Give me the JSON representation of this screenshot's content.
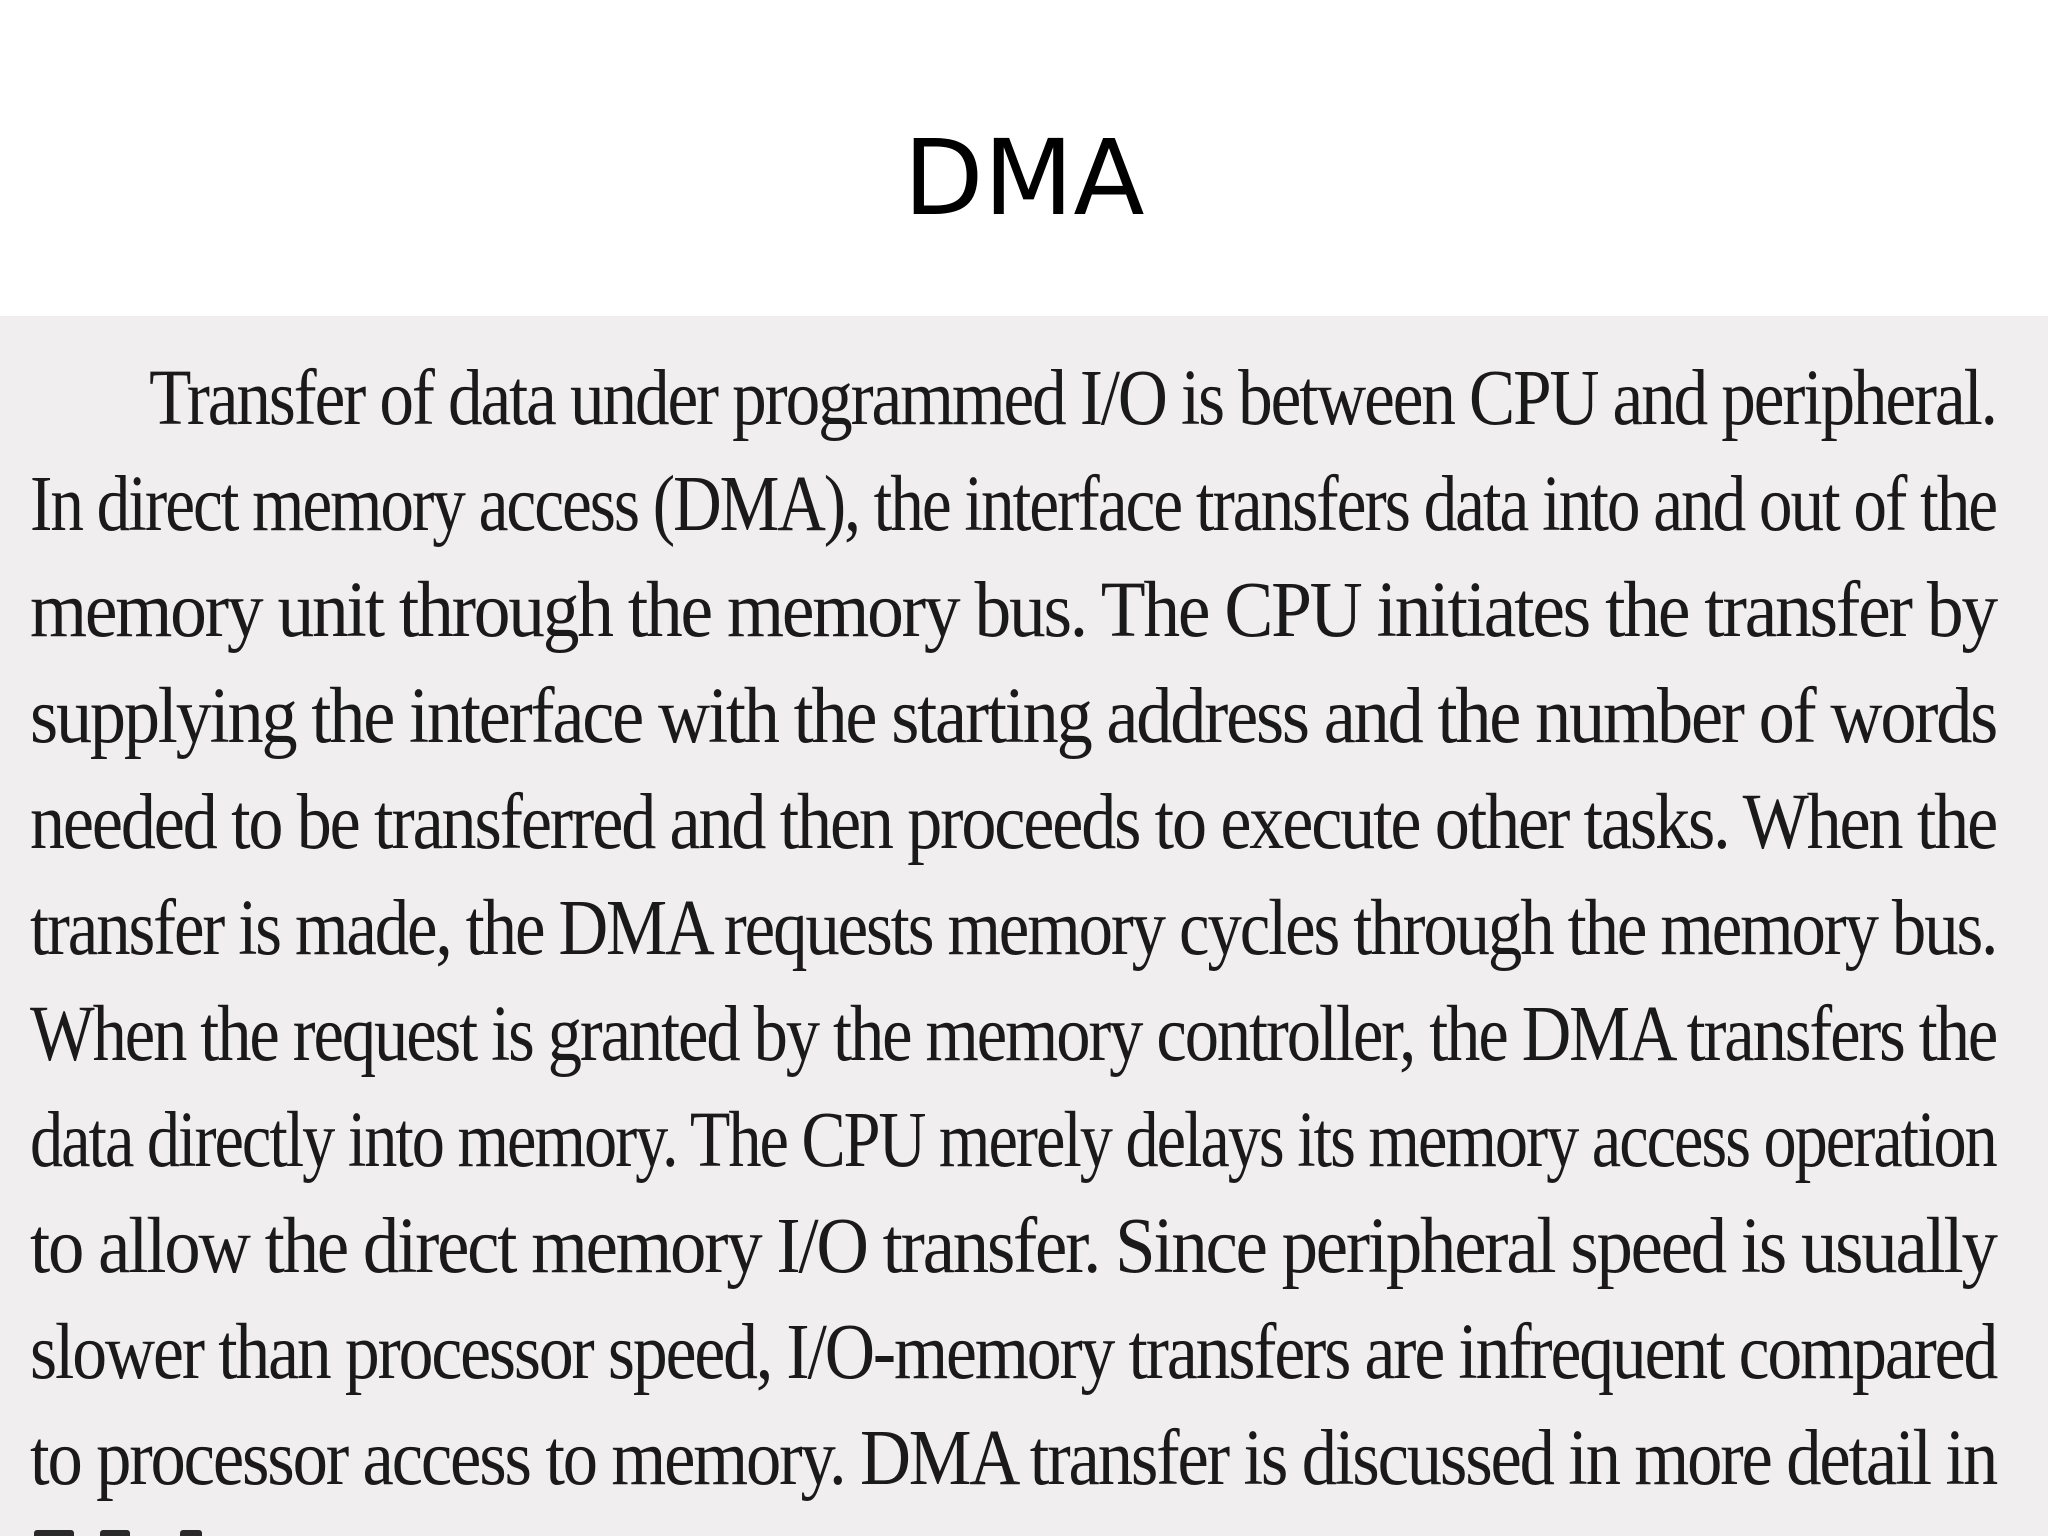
{
  "slide": {
    "title": "DMA"
  },
  "paragraph": {
    "lines": [
      "Transfer of data under programmed I/O is between CPU and peripheral.",
      "In direct memory access (DMA), the interface transfers data into and out of the",
      "memory unit through the memory bus. The CPU initiates the transfer by",
      "supplying the interface with the starting address and the number of words",
      "needed to be transferred and then proceeds to execute other tasks. When the",
      "transfer is made, the DMA requests memory cycles through the memory bus.",
      "When the request is granted by the memory controller, the DMA transfers the",
      "data directly into memory. The CPU merely delays its memory access operation",
      "to allow the direct memory I/O transfer. Since peripheral speed is usually",
      "slower than processor speed, I/O-memory transfers are infrequent compared",
      "to processor access to memory. DMA transfer is discussed in more detail in"
    ]
  }
}
